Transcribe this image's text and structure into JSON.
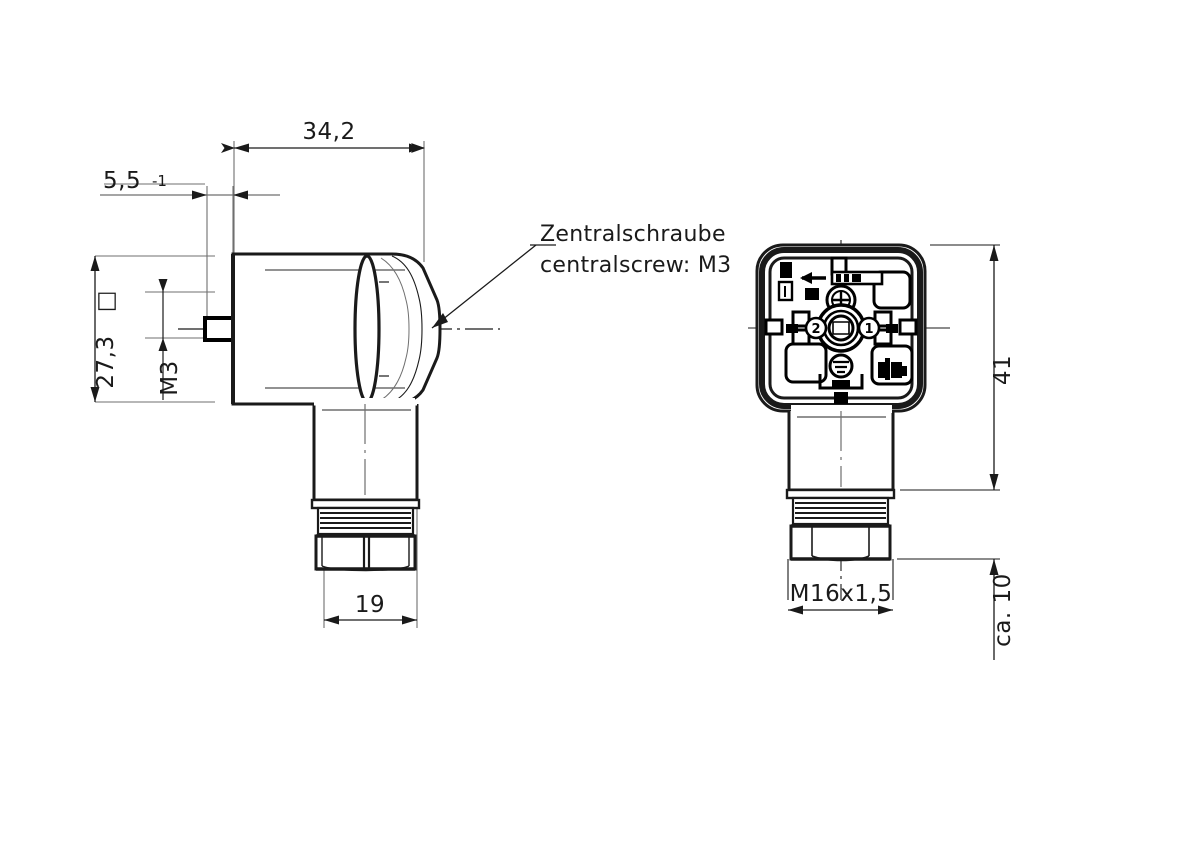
{
  "drawing": {
    "title": "DIN 43650 Form A valve connector dimensional drawing",
    "line_color": "#1a1a1a",
    "thin_color": "#6f6f6f",
    "fill_color": "#ffffff",
    "body_color": "#000000"
  },
  "notes": {
    "central_screw_de": "Zentralschraube",
    "central_screw_en": "centralscrew: M3"
  },
  "dimensions": {
    "overall_length": "34,2",
    "screw_protrusion": "5,5",
    "screw_tolerance": "-1",
    "square_symbol": "□",
    "square_width": "27,3",
    "screw_thread": "M3",
    "gland_width": "19",
    "face_height": "41",
    "cable_entry_thread": "M16x1,5",
    "cable_exit_approx": "ca. 10"
  },
  "face_view": {
    "terminal_1": "1",
    "terminal_2": "2",
    "terminal_ground": "⏚",
    "brand_mark": "logo-mark",
    "arrow_mark": "arrow-mark",
    "label_strip": "rating-strip"
  },
  "views": {
    "left_view_name": "side-view",
    "right_view_name": "front-face-view"
  }
}
